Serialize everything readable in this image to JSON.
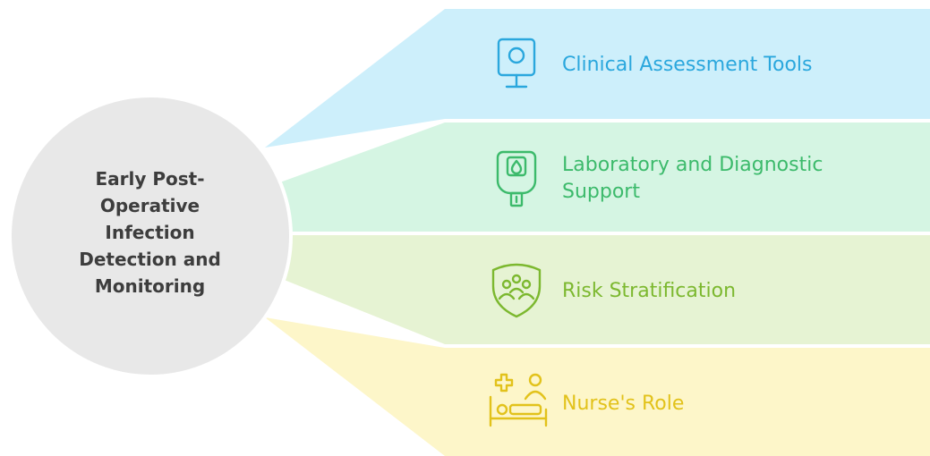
{
  "center": {
    "title": "Early Post-\nOperative\nInfection\nDetection and\nMonitoring"
  },
  "branches": [
    {
      "label": "Clinical Assessment Tools",
      "icon": "monitor-icon",
      "color": "#2aa7dd",
      "fill": "#cdeffb"
    },
    {
      "label": "Laboratory and Diagnostic\nSupport",
      "icon": "glucose-meter-icon",
      "color": "#3cba6b",
      "fill": "#d5f5e3"
    },
    {
      "label": "Risk Stratification",
      "icon": "group-shield-icon",
      "color": "#7cb82f",
      "fill": "#e6f3d3"
    },
    {
      "label": "Nurse's Role",
      "icon": "nurse-patient-icon",
      "color": "#e2c21b",
      "fill": "#fdf6c9"
    }
  ],
  "colors": {
    "center_circle": "#e8e8e8",
    "center_text": "#3d3d3d"
  }
}
